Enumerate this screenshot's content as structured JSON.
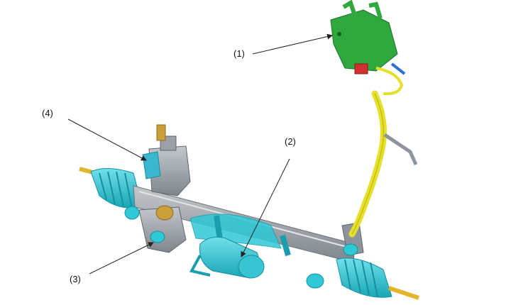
{
  "callouts": {
    "c1": "(1)",
    "c2": "(2)",
    "c3": "(3)",
    "c4": "(4)"
  },
  "colors": {
    "rack_cyan": "#2ec8d6",
    "rack_gray": "#8d949c",
    "harness_yellow": "#e6e02a",
    "ecu_green": "#2fa83e",
    "connector_red": "#d23030",
    "leader_line": "#222222"
  }
}
